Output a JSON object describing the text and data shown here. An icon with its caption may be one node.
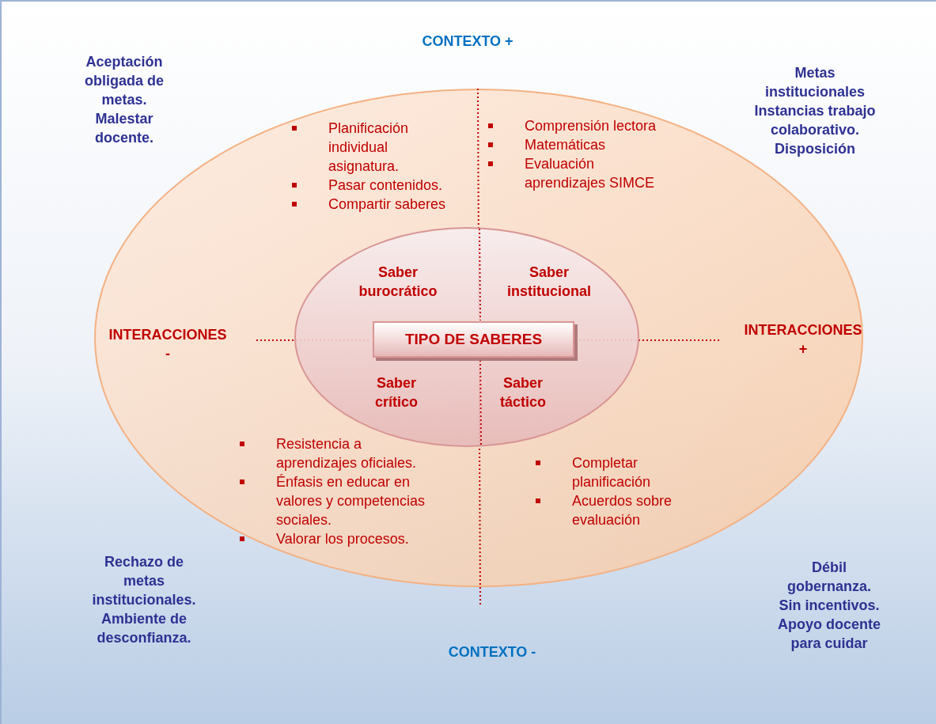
{
  "diagram": {
    "nodes": [
      {
        "text": [
          "Planificación individual asignatura.",
          "Pasar contenidos.",
          "Compartir saberes",
          "Comprensión lectora",
          "Matemáticas",
          "Evaluación aprendizajes SIMCE",
          "Resistencia a aprendizajes oficiales.",
          "Énfasis en educar en valores y competencias sociales.",
          "Valorar los procesos.",
          "Completar planificación",
          "Acuerdos sobre evaluación"
        ]
      },
      {
        "text": [
          "Saber burocrático",
          "Saber institucional",
          "Saber crítico",
          "Saber táctico"
        ],
        "in": 0
      },
      {
        "text": [
          "TIPO DE SABERES"
        ],
        "in": 1
      }
    ],
    "edges": [],
    "labels": [
      "CONTEXTO +",
      "Aceptación obligada de metas. Malestar docente.",
      "Metas institucionales Instancias trabajo colaborativo. Disposición",
      "INTERACCIONES -",
      "INTERACCIONES +",
      "Rechazo de metas institucionales. Ambiente de desconfianza.",
      "CONTEXTO -",
      "Débil gobernanza. Sin incentivos. Apoyo docente para cuidar"
    ]
  }
}
